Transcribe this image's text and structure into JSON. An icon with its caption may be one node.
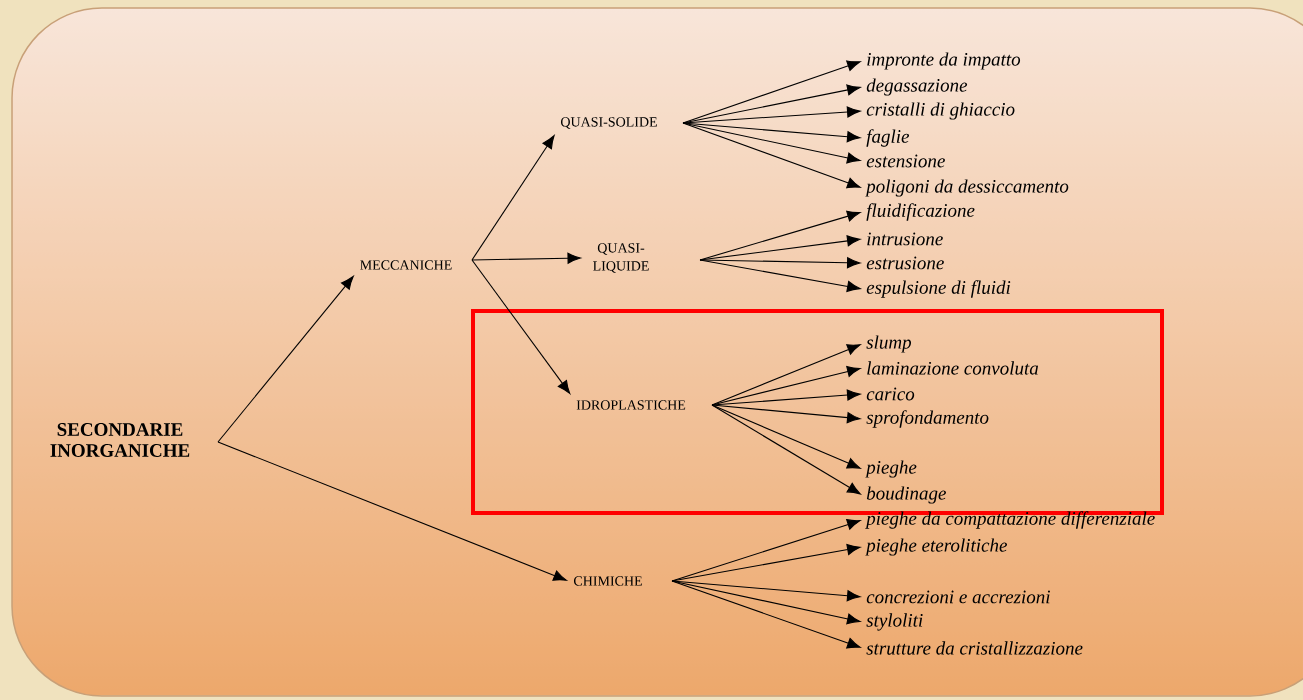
{
  "diagram": {
    "nodes": [
      {
        "text": [
          "SECONDARIE INORGANICHE"
        ]
      },
      {
        "text": [
          "MECCANICHE"
        ]
      },
      {
        "text": [
          "QUASI-SOLIDE"
        ]
      },
      {
        "text": [
          "QUASI- LIQUIDE"
        ]
      },
      {
        "text": [
          "IDROPLASTICHE"
        ]
      },
      {
        "text": [
          "CHIMICHE"
        ]
      },
      {
        "text": [
          "impronte da impatto"
        ]
      },
      {
        "text": [
          "degassazione"
        ]
      },
      {
        "text": [
          "cristalli di ghiaccio"
        ]
      },
      {
        "text": [
          "faglie"
        ]
      },
      {
        "text": [
          "estensione"
        ]
      },
      {
        "text": [
          "poligoni da dessiccamento"
        ]
      },
      {
        "text": [
          "fluidificazione"
        ]
      },
      {
        "text": [
          "intrusione"
        ]
      },
      {
        "text": [
          "estrusione"
        ]
      },
      {
        "text": [
          "espulsione di fluidi"
        ]
      },
      {
        "text": [
          "slump"
        ]
      },
      {
        "text": [
          "laminazione convoluta"
        ]
      },
      {
        "text": [
          "carico"
        ]
      },
      {
        "text": [
          "sprofondamento"
        ]
      },
      {
        "text": [
          "pieghe"
        ]
      },
      {
        "text": [
          "boudinage"
        ]
      },
      {
        "text": [
          "pieghe da compattazione differenziale"
        ]
      },
      {
        "text": [
          "pieghe eterolitiche"
        ]
      },
      {
        "text": [
          "concrezioni e accrezioni"
        ]
      },
      {
        "text": [
          "styloliti"
        ]
      },
      {
        "text": [
          "strutture da cristallizzazione"
        ]
      }
    ],
    "edges": [
      {
        "from": 0,
        "to": 1,
        "arrow": "to"
      },
      {
        "from": 0,
        "to": 5,
        "arrow": "to"
      },
      {
        "from": 1,
        "to": 2,
        "arrow": "to"
      },
      {
        "from": 1,
        "to": 3,
        "arrow": "to"
      },
      {
        "from": 1,
        "to": 4,
        "arrow": "to"
      },
      {
        "from": 2,
        "to": 6,
        "arrow": "to"
      },
      {
        "from": 2,
        "to": 7,
        "arrow": "to"
      },
      {
        "from": 2,
        "to": 8,
        "arrow": "to"
      },
      {
        "from": 2,
        "to": 9,
        "arrow": "to"
      },
      {
        "from": 2,
        "to": 10,
        "arrow": "to"
      },
      {
        "from": 2,
        "to": 11,
        "arrow": "to"
      },
      {
        "from": 3,
        "to": 12,
        "arrow": "to"
      },
      {
        "from": 3,
        "to": 13,
        "arrow": "to"
      },
      {
        "from": 3,
        "to": 14,
        "arrow": "to"
      },
      {
        "from": 3,
        "to": 15,
        "arrow": "to"
      },
      {
        "from": 4,
        "to": 16,
        "arrow": "to"
      },
      {
        "from": 4,
        "to": 17,
        "arrow": "to"
      },
      {
        "from": 4,
        "to": 18,
        "arrow": "to"
      },
      {
        "from": 4,
        "to": 19,
        "arrow": "to"
      },
      {
        "from": 4,
        "to": 20,
        "arrow": "to"
      },
      {
        "from": 4,
        "to": 21,
        "arrow": "to"
      },
      {
        "from": 5,
        "to": 22,
        "arrow": "to"
      },
      {
        "from": 5,
        "to": 23,
        "arrow": "to"
      },
      {
        "from": 5,
        "to": 24,
        "arrow": "to"
      },
      {
        "from": 5,
        "to": 25,
        "arrow": "to"
      },
      {
        "from": 5,
        "to": 26,
        "arrow": "to"
      }
    ]
  }
}
